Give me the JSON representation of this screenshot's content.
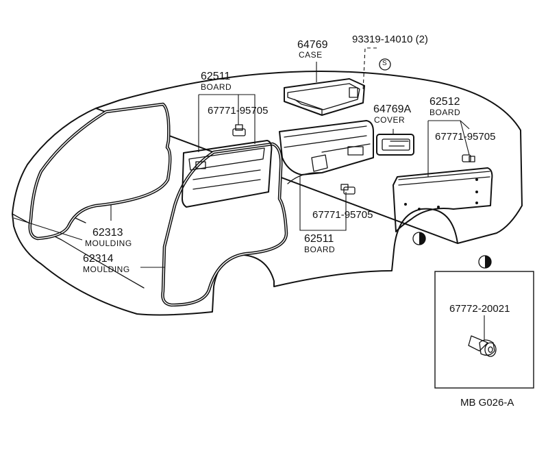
{
  "parts": {
    "case_number": "64769",
    "case_name": "CASE",
    "screw_number": "93319-14010 (2)",
    "screw_symbol": "S",
    "board_left_number": "62511",
    "board_left_name": "BOARD",
    "clip_left_number": "67771-95705",
    "cover_number": "64769A",
    "cover_name": "COVER",
    "board_right_number": "62512",
    "board_right_name": "BOARD",
    "clip_right_number": "67771-95705",
    "clip_center_number": "67771-95705",
    "board_center_number": "62511",
    "board_center_name": "BOARD",
    "moulding_upper_number": "62313",
    "moulding_upper_name": "MOULDING",
    "moulding_lower_number": "62314",
    "moulding_lower_name": "MOULDING",
    "detail_part_number": "67772-20021",
    "diagram_code": "MB  G026-A"
  }
}
